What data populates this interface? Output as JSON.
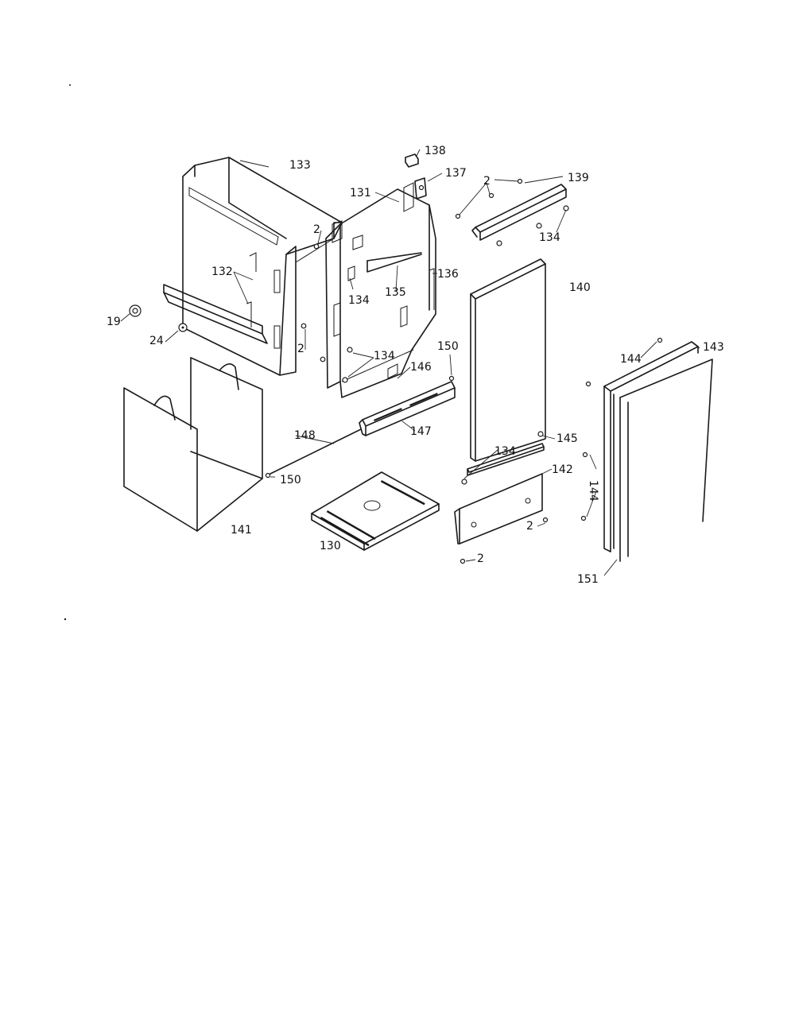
{
  "labels": [
    {
      "id": "p138",
      "text": "138"
    },
    {
      "id": "p137",
      "text": "137"
    },
    {
      "id": "p133",
      "text": "133"
    },
    {
      "id": "p131",
      "text": "131"
    },
    {
      "id": "p139",
      "text": "139"
    },
    {
      "id": "p2a",
      "text": "2"
    },
    {
      "id": "p2b",
      "text": "2"
    },
    {
      "id": "p134a",
      "text": "134"
    },
    {
      "id": "p132",
      "text": "132"
    },
    {
      "id": "p136",
      "text": "136"
    },
    {
      "id": "p134b",
      "text": "134"
    },
    {
      "id": "p135",
      "text": "135"
    },
    {
      "id": "p140",
      "text": "140"
    },
    {
      "id": "p19",
      "text": "19"
    },
    {
      "id": "p24",
      "text": "24"
    },
    {
      "id": "p2c",
      "text": "2"
    },
    {
      "id": "p134c",
      "text": "134"
    },
    {
      "id": "p150a",
      "text": "150"
    },
    {
      "id": "p146",
      "text": "146"
    },
    {
      "id": "p144a",
      "text": "144"
    },
    {
      "id": "p143",
      "text": "143"
    },
    {
      "id": "p148",
      "text": "148"
    },
    {
      "id": "p147",
      "text": "147"
    },
    {
      "id": "p134d",
      "text": "134"
    },
    {
      "id": "p145",
      "text": "145"
    },
    {
      "id": "p142",
      "text": "142"
    },
    {
      "id": "p150b",
      "text": "150"
    },
    {
      "id": "p144b",
      "text": "144"
    },
    {
      "id": "p141",
      "text": "141"
    },
    {
      "id": "p2d",
      "text": "2"
    },
    {
      "id": "p130",
      "text": "130"
    },
    {
      "id": "p2e",
      "text": "2"
    },
    {
      "id": "p151",
      "text": "151"
    }
  ]
}
